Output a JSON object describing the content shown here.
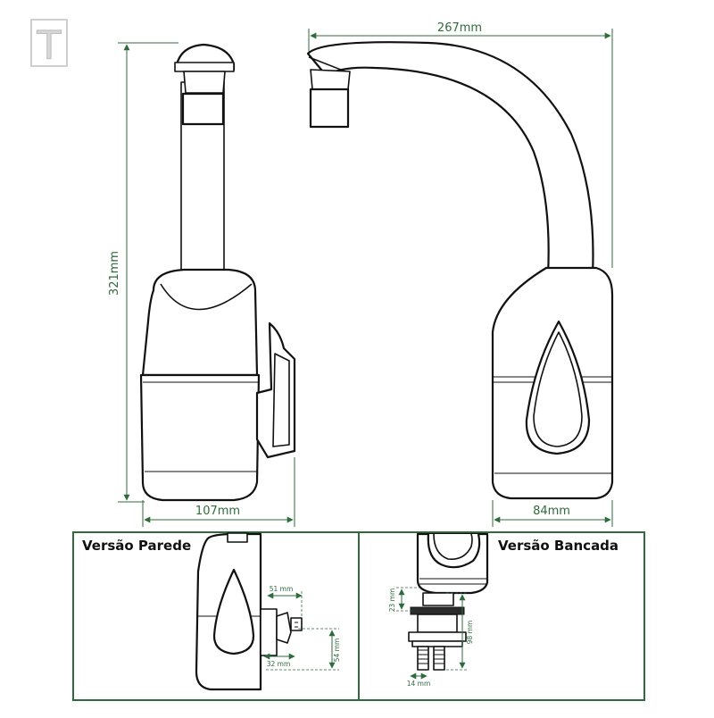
{
  "logo": {
    "letter": "T"
  },
  "dimensions": {
    "total_width": "267mm",
    "height": "321mm",
    "depth_side": "107mm",
    "base_front": "84mm"
  },
  "wall_version": {
    "title": "Versão Parede",
    "dims": [
      "51 mm",
      "54 mm",
      "32 mm"
    ]
  },
  "counter_version": {
    "title": "Versão Bancada",
    "dims": [
      "23 mm",
      "98 mm",
      "14 mm"
    ]
  },
  "colors": {
    "dimension": "#2f6b3d",
    "outline": "#111111"
  }
}
